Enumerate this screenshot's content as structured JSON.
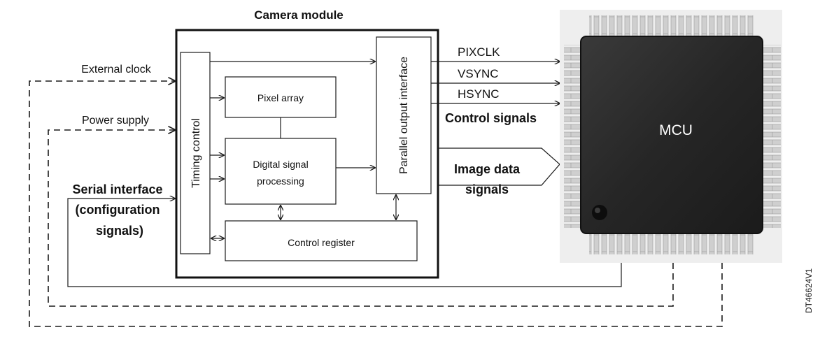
{
  "diagram": {
    "title": "Camera module",
    "blocks": {
      "timing_control": "Timing control",
      "pixel_array": "Pixel array",
      "dsp_line1": "Digital signal",
      "dsp_line2": "processing",
      "control_register": "Control register",
      "parallel_output": "Parallel output interface",
      "mcu": "MCU"
    },
    "inputs": {
      "external_clock": "External clock",
      "power_supply": "Power supply",
      "serial_line1": "Serial interface",
      "serial_line2": "(configuration",
      "serial_line3": "signals)"
    },
    "outputs": {
      "pixclk": "PIXCLK",
      "vsync": "VSYNC",
      "hsync": "HSYNC",
      "control_signals": "Control signals",
      "image_line1": "Image data",
      "image_line2": "signals"
    },
    "doc_id": "DT46624V1",
    "colors": {
      "line": "#1a1a1a",
      "chip_body": "#2a2a2a",
      "chip_pins": "#c8c8c8"
    }
  }
}
